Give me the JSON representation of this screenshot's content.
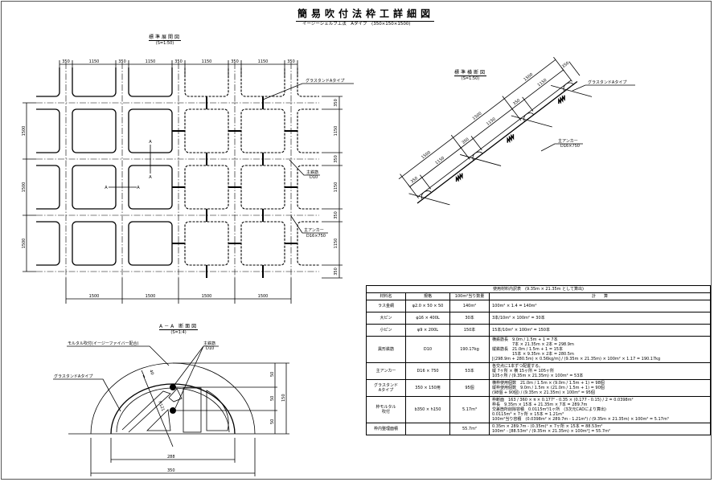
{
  "title": "簡易吹付法枠工詳細図",
  "subtitle": "イージーシェルフ工法　Aタイプ　(350×150×1500)",
  "plan": {
    "title": "標準展開図",
    "scale": "(S=1:50)",
    "top_dims": [
      "350",
      "1150",
      "350",
      "1150",
      "350",
      "1150",
      "350",
      "1150",
      "350"
    ],
    "bottom_dims": [
      "1500",
      "1500",
      "1500",
      "1500"
    ],
    "left_dims": [
      "1500",
      "1500",
      "1500"
    ],
    "right_dims": [
      "350",
      "1150",
      "350",
      "1150",
      "350",
      "1150",
      "350"
    ],
    "section_mark": "A",
    "callouts": {
      "glasstand": "グラスタンドAタイプ",
      "rebar": "主鉄筋",
      "rebar_spec": "D10",
      "anchor": "主アンカー",
      "anchor_spec": "D16×750"
    }
  },
  "cross_section": {
    "title": "標準横断図",
    "scale": "(S=1:50)",
    "outer_dims": [
      "1500",
      "1500",
      "1500"
    ],
    "inner_dims": [
      "350",
      "1150",
      "350",
      "1150",
      "350",
      "1150",
      "350"
    ],
    "callouts": {
      "glasstand": "グラスタンドAタイプ",
      "anchor": "主アンカー",
      "anchor_spec": "D16×750"
    }
  },
  "aa_section": {
    "title": "A－A 断面図",
    "scale": "(S=1:4)",
    "mortar_label": "モルタル吹付(イージーファイバー配合)",
    "glasstand_label": "グラスタンドAタイプ",
    "rebar_label": "主鉄筋",
    "rebar_spec": "D10",
    "dim_inner_width": "288",
    "dim_outer_width": "350",
    "dim_heights": [
      "50",
      "50",
      "50"
    ],
    "dim_total_height": "150",
    "dim_radius": "R121",
    "dim_cover": "40"
  },
  "table": {
    "caption": "使用材料内訳表　(9.35m × 21.35m として算出)",
    "headers": [
      "材料名",
      "規格",
      "100m²当り数量",
      "計　　算"
    ],
    "rows": [
      {
        "name": "ラス金網",
        "spec": "φ2.0 × 50 × 50",
        "qty": "140m²",
        "calc": "100m² × 1.4 = 140m²"
      },
      {
        "name": "大ピン",
        "spec": "φ16 × 400L",
        "qty": "30本",
        "calc": "3本/10m² × 100m² = 30本"
      },
      {
        "name": "小ピン",
        "spec": "φ9 × 200L",
        "qty": "150本",
        "calc": "15本/10m² × 100m² = 150本"
      },
      {
        "name": "異形鉄筋",
        "spec": "D10",
        "qty": "190.17kg",
        "calc": "横鉄筋長　9.0m / 1.5m + 1 = 7本\n　　　　　7本 × 21.35m × 2本 = 298.9m\n縦鉄筋長　21.0m / 1.5m + 1 = 15本\n　　　　　15本 × 9.35m × 2本 = 280.5m\n[(298.9m + 280.5m) × 0.56kg/m] / (9.35m × 21.35m) × 100m² × 1.17 = 190.17kg"
      },
      {
        "name": "主アンカー",
        "spec": "D16 × 750",
        "qty": "53本",
        "calc": "各交点に1本ずつ配置する。\n縦 7ヶ所 × 横 15ヶ所 = 105ヶ所\n105ヶ所 / (9.35m × 21.35m) × 100m² = 53本"
      },
      {
        "name": "グラスタンド\nAタイプ",
        "spec": "350 × 150用",
        "qty": "95個",
        "calc": "横枠使用個数　21.0m / 1.5m × (9.0m / 1.5m + 1) = 98個\n縦枠使用個数　9.0m / 1.5m × (21.0m / 1.5m + 1) = 90個\n(98個 + 90個) / (9.35m × 21.35m) × 100m² = 95個"
      },
      {
        "name": "枠モルタル\n吹付",
        "spec": "b350 × h150",
        "qty": "5.17m³",
        "calc": "枠断面　163 / 360 × π × 0.177² - 0.35 × (0.177 - 0.15) / 2 = 0.0398m²\n枠長　9.35m × 15本 + 21.35m × 7本 = 289.7m\n交差箇所削除容積　0.0115m³/1ヶ所　(3次元CADにより算出)\n0.0115m³ × 7ヶ所 × 15本 = 1.21m³\n100m²当り容積　(0.0398m² × 289.7m - 1.21m³) / (9.35m × 21.35m) × 100m² = 5.17m³"
      },
      {
        "name": "枠内整理面積",
        "spec": "",
        "qty": "55.7m²",
        "calc": "0.35m × 289.7m - (0.35m)² × 7ヶ所 × 15本 = 88.53m²\n100m² - [88.53m² / (9.35m × 21.35m) × 100m²] = 55.7m²"
      }
    ]
  }
}
